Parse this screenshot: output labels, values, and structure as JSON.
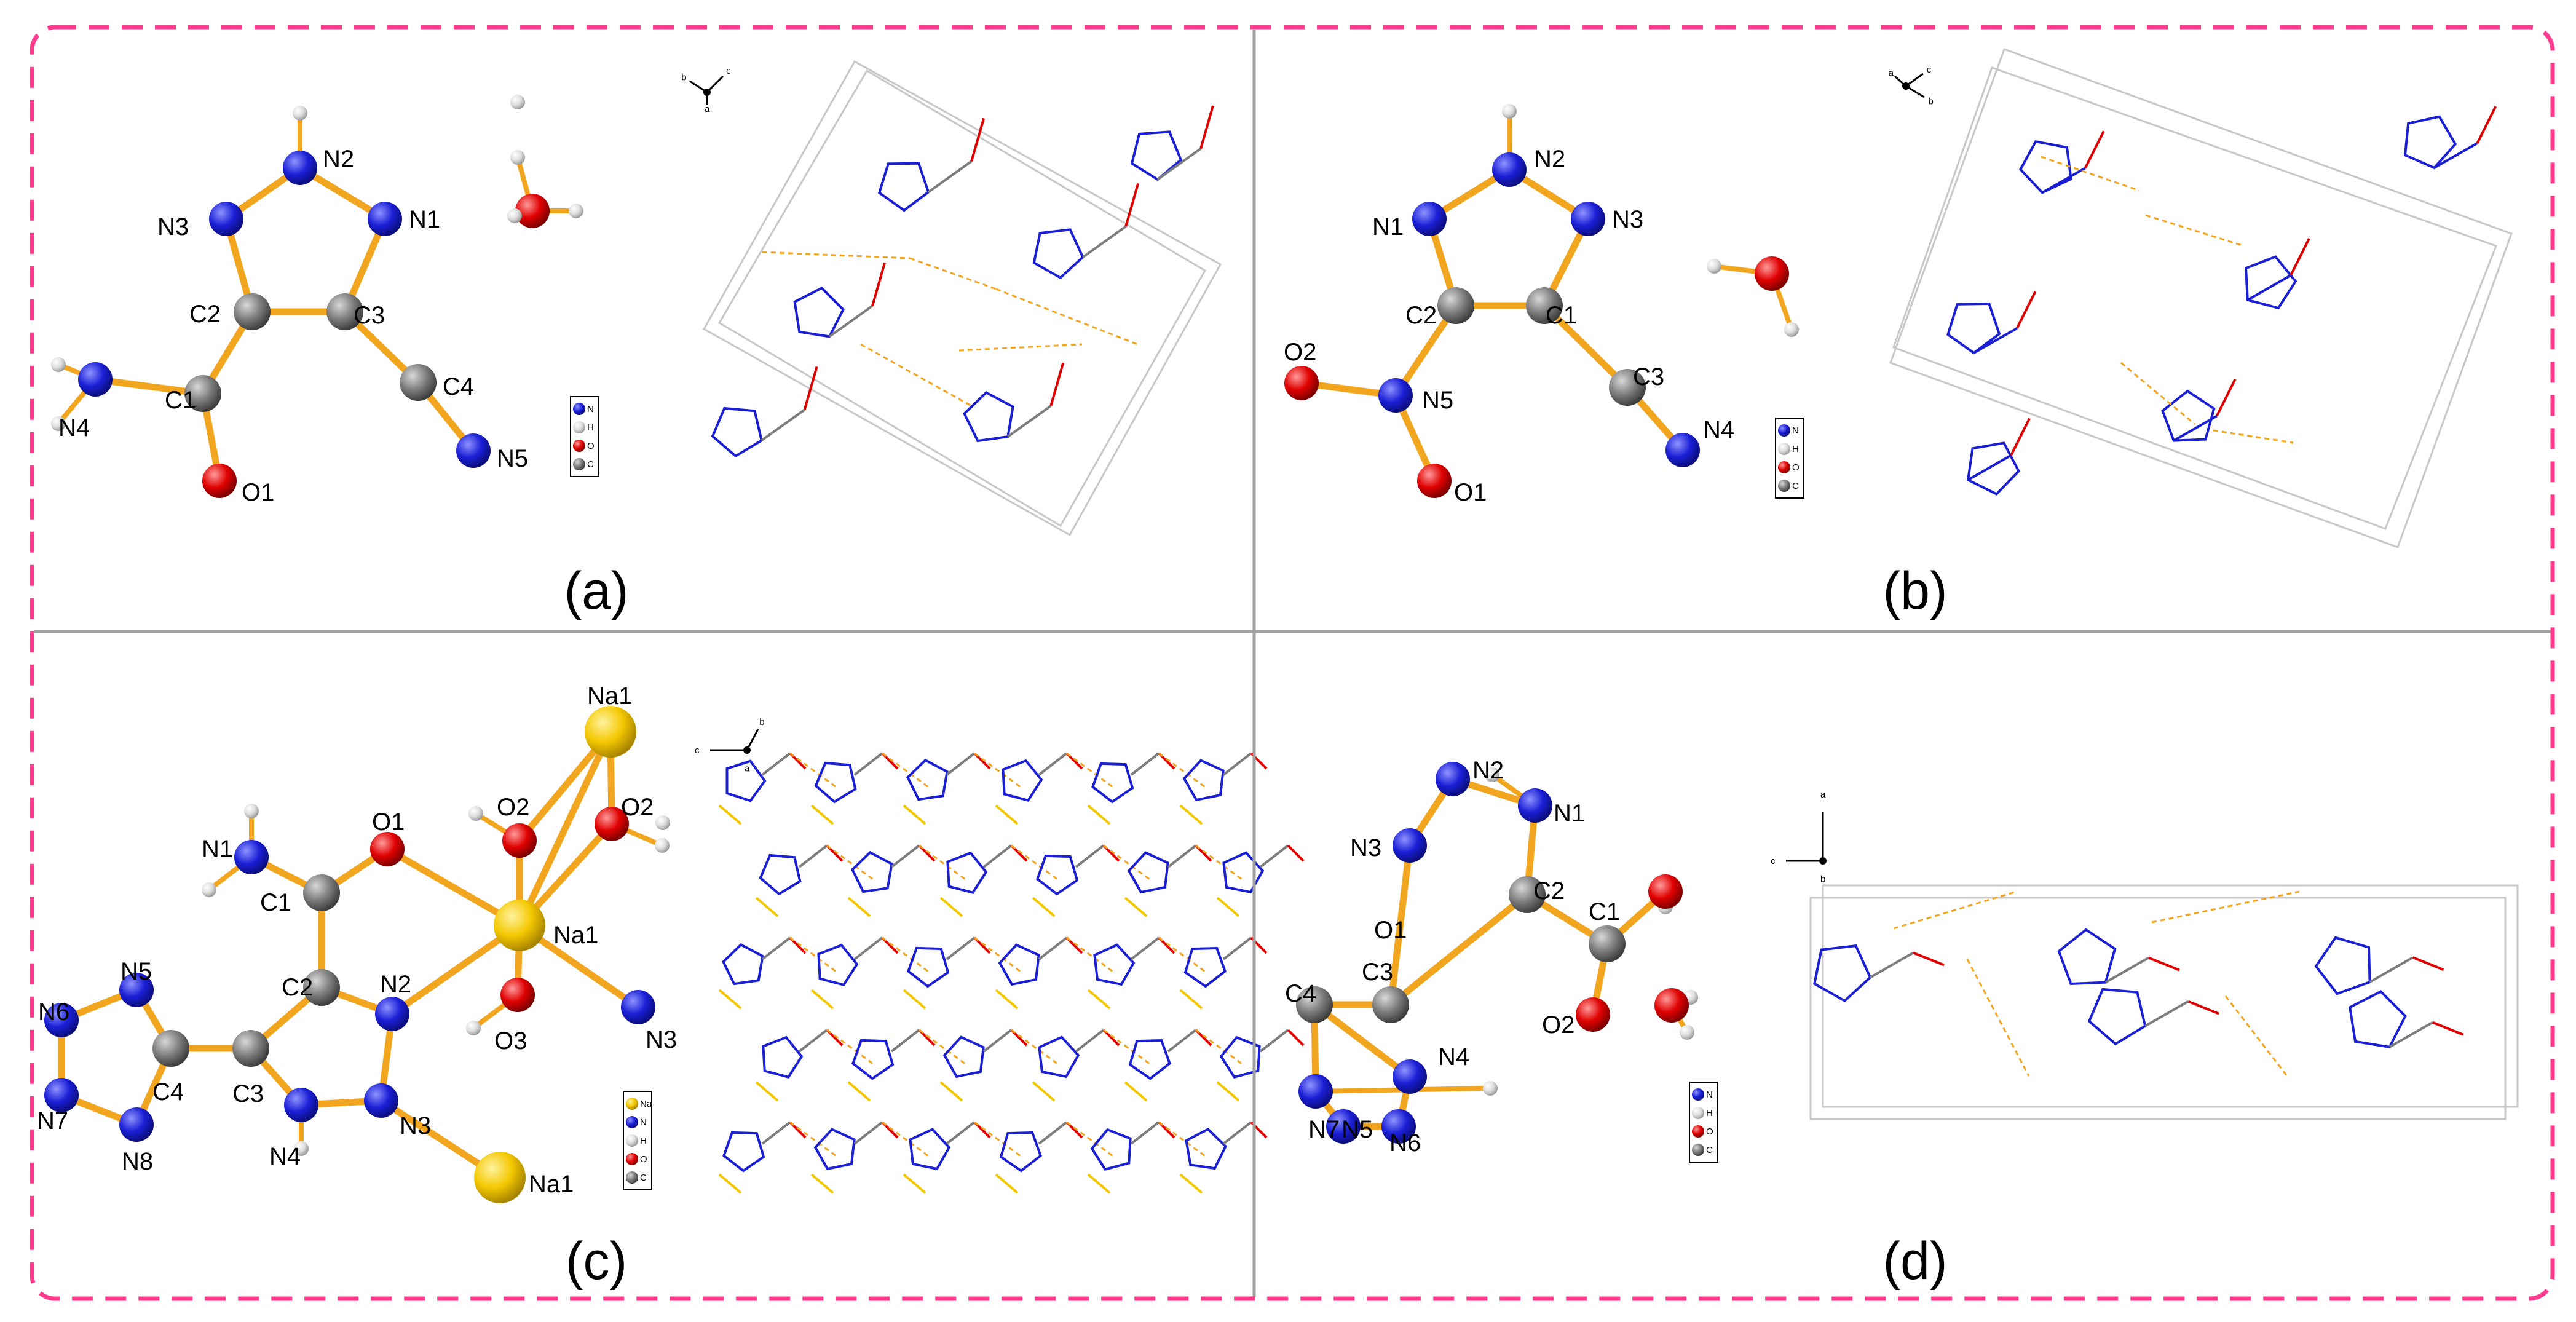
{
  "colors": {
    "frame": "#ff3b8e",
    "divider": "#a0a0a0",
    "bond": "#f2a51f",
    "N": "#1a1fd6",
    "C": "#7d7d7d",
    "O": "#e00000",
    "H": "#d9d9d9",
    "Na": "#f4c800",
    "hbond": "#f2a51f",
    "cell": "#c8c8c8"
  },
  "panels": [
    {
      "id": "a",
      "caption": "(a)",
      "atoms": [
        {
          "label": "N2",
          "el": "N"
        },
        {
          "label": "N3",
          "el": "N"
        },
        {
          "label": "N1",
          "el": "N"
        },
        {
          "label": "C2",
          "el": "C"
        },
        {
          "label": "C3",
          "el": "C"
        },
        {
          "label": "C1",
          "el": "C"
        },
        {
          "label": "N4",
          "el": "N"
        },
        {
          "label": "C4",
          "el": "C"
        },
        {
          "label": "N5",
          "el": "N"
        },
        {
          "label": "O1",
          "el": "O"
        }
      ],
      "legend": [
        "N",
        "H",
        "O",
        "C"
      ],
      "axes": [
        "b",
        "c",
        "a"
      ]
    },
    {
      "id": "b",
      "caption": "(b)",
      "atoms": [
        {
          "label": "N2",
          "el": "N"
        },
        {
          "label": "N1",
          "el": "N"
        },
        {
          "label": "N3",
          "el": "N"
        },
        {
          "label": "C2",
          "el": "C"
        },
        {
          "label": "C1",
          "el": "C"
        },
        {
          "label": "O2",
          "el": "O"
        },
        {
          "label": "N5",
          "el": "N"
        },
        {
          "label": "C3",
          "el": "C"
        },
        {
          "label": "N4",
          "el": "N"
        },
        {
          "label": "O1",
          "el": "O"
        }
      ],
      "legend": [
        "N",
        "H",
        "O",
        "C"
      ],
      "axes": [
        "a",
        "c",
        "b"
      ]
    },
    {
      "id": "c",
      "caption": "(c)",
      "atoms": [
        {
          "label": "Na1",
          "el": "Na"
        },
        {
          "label": "O2",
          "el": "O"
        },
        {
          "label": "O2",
          "el": "O"
        },
        {
          "label": "O1",
          "el": "O"
        },
        {
          "label": "N1",
          "el": "N"
        },
        {
          "label": "C1",
          "el": "C"
        },
        {
          "label": "Na1",
          "el": "Na"
        },
        {
          "label": "C2",
          "el": "C"
        },
        {
          "label": "N2",
          "el": "N"
        },
        {
          "label": "N3",
          "el": "N"
        },
        {
          "label": "O3",
          "el": "O"
        },
        {
          "label": "N5",
          "el": "N"
        },
        {
          "label": "N6",
          "el": "N"
        },
        {
          "label": "C4",
          "el": "C"
        },
        {
          "label": "C3",
          "el": "C"
        },
        {
          "label": "N7",
          "el": "N"
        },
        {
          "label": "N8",
          "el": "N"
        },
        {
          "label": "N4",
          "el": "N"
        },
        {
          "label": "N3",
          "el": "N"
        },
        {
          "label": "Na1",
          "el": "Na"
        }
      ],
      "legend": [
        "Na",
        "N",
        "H",
        "O",
        "C"
      ],
      "axes": [
        "c",
        "b",
        "a"
      ]
    },
    {
      "id": "d",
      "caption": "(d)",
      "atoms": [
        {
          "label": "N2",
          "el": "N"
        },
        {
          "label": "N1",
          "el": "N"
        },
        {
          "label": "N3",
          "el": "N"
        },
        {
          "label": "C2",
          "el": "C"
        },
        {
          "label": "C1",
          "el": "C"
        },
        {
          "label": "O1",
          "el": "O"
        },
        {
          "label": "C3",
          "el": "C"
        },
        {
          "label": "C4",
          "el": "C"
        },
        {
          "label": "N4",
          "el": "N"
        },
        {
          "label": "O2",
          "el": "O"
        },
        {
          "label": "N7",
          "el": "N"
        },
        {
          "label": "N5",
          "el": "N"
        },
        {
          "label": "N6",
          "el": "N"
        }
      ],
      "legend": [
        "N",
        "H",
        "O",
        "C"
      ],
      "axes": [
        "a",
        "c",
        "b"
      ]
    }
  ]
}
